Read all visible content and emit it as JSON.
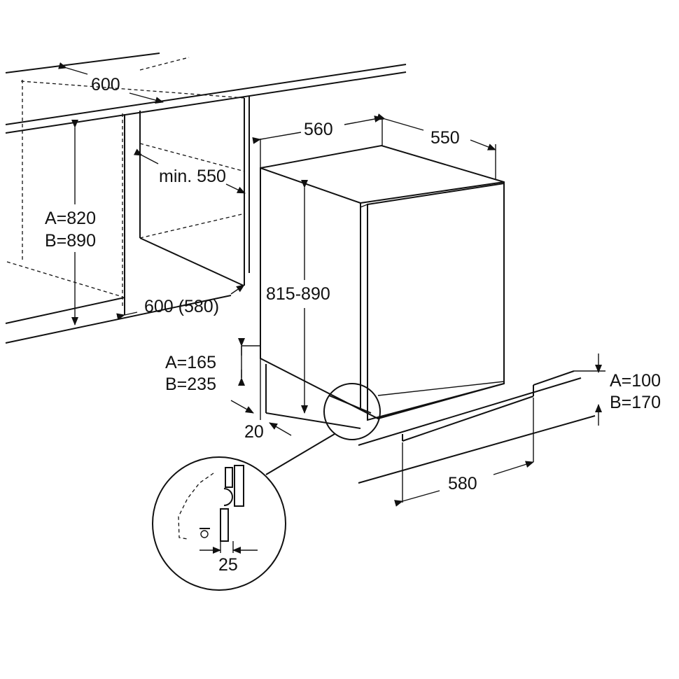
{
  "labels": {
    "niche_width": "600",
    "niche_height_a": "A=820",
    "niche_height_b": "B=890",
    "niche_min_depth": "min. 550",
    "niche_depth": "600 (580)",
    "appliance_width": "560",
    "appliance_depth": "550",
    "appliance_height": "815-890",
    "plinth_a": "A=165",
    "plinth_b": "B=235",
    "plinth_setback": "20",
    "toe_a": "A=100",
    "toe_b": "B=170",
    "toe_width": "580",
    "detail_gap": "25"
  },
  "colors": {
    "line": "#111111",
    "background": "#ffffff"
  }
}
